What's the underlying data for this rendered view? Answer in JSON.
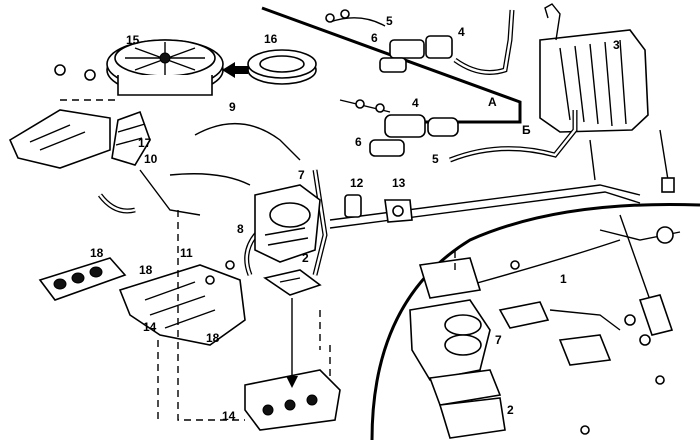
{
  "diagram": {
    "labels": {
      "l1": "1",
      "l2a": "2",
      "l2b": "2",
      "l3": "3",
      "l4a": "4",
      "l4b": "4",
      "l5a": "5",
      "l5b": "5",
      "l6a": "6",
      "l6b": "6",
      "l7a": "7",
      "l7b": "7",
      "l8": "8",
      "l9": "9",
      "l10": "10",
      "l11": "11",
      "l12": "12",
      "l13": "13",
      "l14a": "14",
      "l14b": "14",
      "l15": "15",
      "l16": "16",
      "l17": "17",
      "l18a": "18",
      "l18b": "18",
      "l18c": "18",
      "inset_a": "А",
      "inset_b": "Б"
    }
  }
}
